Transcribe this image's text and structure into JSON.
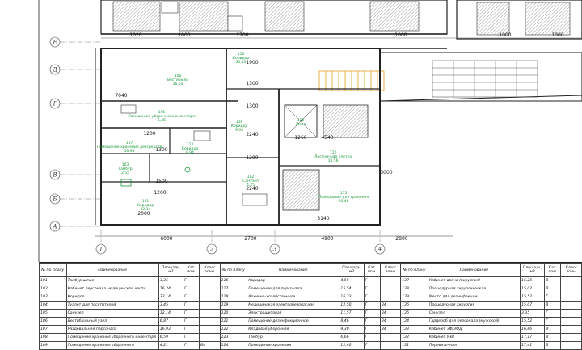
{
  "axes_rows": [
    "Е",
    "Д",
    "Г",
    "В",
    "Б",
    "А"
  ],
  "axes_cols": [
    "1",
    "2",
    "3",
    "4"
  ],
  "bottom_dims": [
    "6000",
    "2700",
    "4900",
    "2800"
  ],
  "top_dims": [
    "1020",
    "1000",
    "2700",
    "1000",
    "1000",
    "1000"
  ],
  "plan_dims": [
    "1900",
    "1300",
    "1300",
    "2240",
    "1290",
    "2240",
    "1200",
    "1300",
    "1500",
    "7040",
    "1260",
    "4540",
    "3000",
    "3140",
    "1200",
    "2000"
  ],
  "rooms": [
    {
      "num": "116",
      "name": "Коридор",
      "area": "30,55"
    },
    {
      "num": "118",
      "name": "Коридор",
      "area": "9,04"
    },
    {
      "num": "106",
      "name": "Вестибюль",
      "area": "36,65"
    },
    {
      "num": "105",
      "name": "Помещение уборочного инвентаря",
      "area": "5,45"
    },
    {
      "num": "113",
      "name": "Коридор",
      "area": "8,94"
    },
    {
      "num": "103",
      "name": "Тамбур",
      "area": "2,55"
    },
    {
      "num": "101",
      "name": "Коридор",
      "area": "32,14"
    },
    {
      "num": "102",
      "name": "Санузел",
      "area": "4,25"
    },
    {
      "num": "107",
      "name": "Помещение хранения дезсредств",
      "area": "16,93"
    },
    {
      "num": "110",
      "name": "Лифт",
      "area": ""
    },
    {
      "num": "112",
      "name": "Лестничная клетка",
      "area": "18,56"
    },
    {
      "num": "115",
      "name": "Помещение для хранения",
      "area": "20,48"
    }
  ],
  "legend_headers": [
    "№ по плану",
    "Наименование",
    "Площадь, м2",
    "Кат. пом.",
    "Класс зоны"
  ],
  "legend": [
    [
      [
        "101",
        "Тамбур шлюз",
        "3,35",
        "Г",
        ""
      ],
      [
        "102",
        "Кабинет персонала медицинской части",
        "16,24",
        "Г",
        ""
      ],
      [
        "103",
        "Коридор",
        "32,14",
        "Г",
        ""
      ],
      [
        "104",
        "Туалет для посетителей",
        "3,45",
        "Г",
        ""
      ],
      [
        "105",
        "Санузел",
        "12,14",
        "Г",
        ""
      ],
      [
        "106",
        "Вестибюльный узел",
        "6,87",
        "Г",
        ""
      ],
      [
        "107",
        "Раздевальная персонала",
        "16,93",
        "Г",
        ""
      ],
      [
        "108",
        "Помещение хранения уборочного инвентаря",
        "6,59",
        "Г",
        ""
      ],
      [
        "109",
        "Помещение хранения уборочного",
        "4,21",
        "Г",
        "В4"
      ]
    ],
    [
      [
        "116",
        "Коридор",
        "4,55",
        "Г",
        ""
      ],
      [
        "117",
        "Помещение для персонала",
        "15,54",
        "Г",
        ""
      ],
      [
        "118",
        "Архивно-хозяйственное",
        "16,33",
        "Г",
        ""
      ],
      [
        "119",
        "Медицинская электробезопасная",
        "12,50",
        "Г",
        "В4"
      ],
      [
        "120",
        "Электрощитовая",
        "11,57",
        "Г",
        "В4"
      ],
      [
        "121",
        "Помещение дезинфекционное",
        "8,46",
        "Г",
        "В4"
      ],
      [
        "122",
        "Кладовая уборочная",
        "9,30",
        "Г",
        "В4"
      ],
      [
        "123",
        "Тамбур",
        "6,66",
        "Г",
        ""
      ],
      [
        "124",
        "Помещение хранения",
        "12,40",
        "Г",
        ""
      ]
    ],
    [
      [
        "137",
        "Кабинет врача (хирургия)",
        "16,26",
        "В",
        ""
      ],
      [
        "138",
        "Процедурная хирургическая",
        "15,02",
        "В",
        ""
      ],
      [
        "139",
        "Место для дезинфекции",
        "15,52",
        "Г",
        ""
      ],
      [
        "136",
        "Процедурная хирургия",
        "15,07",
        "В",
        ""
      ],
      [
        "135",
        "Санузел",
        "3,35",
        "Г",
        ""
      ],
      [
        "134",
        "Гардероб для персонала (мужской)",
        "15,52",
        "Г",
        ""
      ],
      [
        "133",
        "Кабинет ЗФ/ЗФД",
        "16,86",
        "В",
        ""
      ],
      [
        "132",
        "Кабинет УЗИ",
        "17,17",
        "В",
        ""
      ],
      [
        "131",
        "Перевязочная",
        "17,41",
        "В",
        ""
      ]
    ]
  ]
}
